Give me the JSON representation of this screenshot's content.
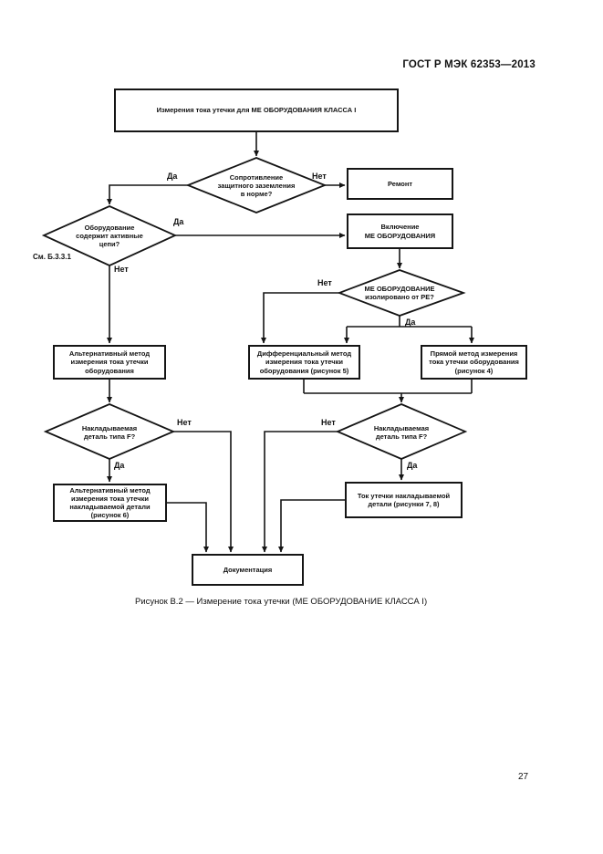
{
  "page": {
    "header": "ГОСТ Р МЭК 62353—2013",
    "caption": "Рисунок В.2 — Измерение тока утечки (МЕ ОБОРУДОВАНИЕ КЛАССА I)",
    "page_number": "27"
  },
  "flowchart": {
    "nodes": {
      "start": {
        "type": "process",
        "label": "Измерения тока утечки для МЕ ОБОРУДОВАНИЯ КЛАССА I"
      },
      "resistance_ok": {
        "type": "decision",
        "label": "Сопротивление\nзащитного заземления\nв норме?"
      },
      "repair": {
        "type": "process",
        "label": "Ремонт"
      },
      "active_circuits": {
        "type": "decision",
        "label": "Оборудование\nсодержит активные\nцепи?"
      },
      "power_on": {
        "type": "process",
        "label": "Включение\nМЕ ОБОРУДОВАНИЯ"
      },
      "isolated_from_pe": {
        "type": "decision",
        "label": "МЕ ОБОРУДОВАНИЕ\nизолировано от РЕ?"
      },
      "alt_method_equipment": {
        "type": "process",
        "label": "Альтернативный метод\nизмерения тока утечки\nоборудования"
      },
      "diff_method": {
        "type": "process",
        "label": "Дифференциальный метод\nизмерения тока утечки\nоборудования (рисунок 5)"
      },
      "direct_method": {
        "type": "process",
        "label": "Прямой метод измерения\nтока утечки оборудования\n(рисунок 4)"
      },
      "applied_part_f_left": {
        "type": "decision",
        "label": "Накладываемая\nдеталь типа F?"
      },
      "applied_part_f_right": {
        "type": "decision",
        "label": "Накладываемая\nдеталь типа F?"
      },
      "alt_method_applied": {
        "type": "process",
        "label": "Альтернативный метод\nизмерения тока утечки\nнакладываемой детали\n(рисунок 6)"
      },
      "applied_part_leakage": {
        "type": "process",
        "label": "Ток утечки накладываемой\nдетали (рисунки 7, 8)"
      },
      "documentation": {
        "type": "process",
        "label": "Документация"
      }
    },
    "edge_labels": {
      "yes": "Да",
      "no": "Нет",
      "see_ref": "См. Б.3.3.1"
    },
    "line_color": "#151515"
  }
}
